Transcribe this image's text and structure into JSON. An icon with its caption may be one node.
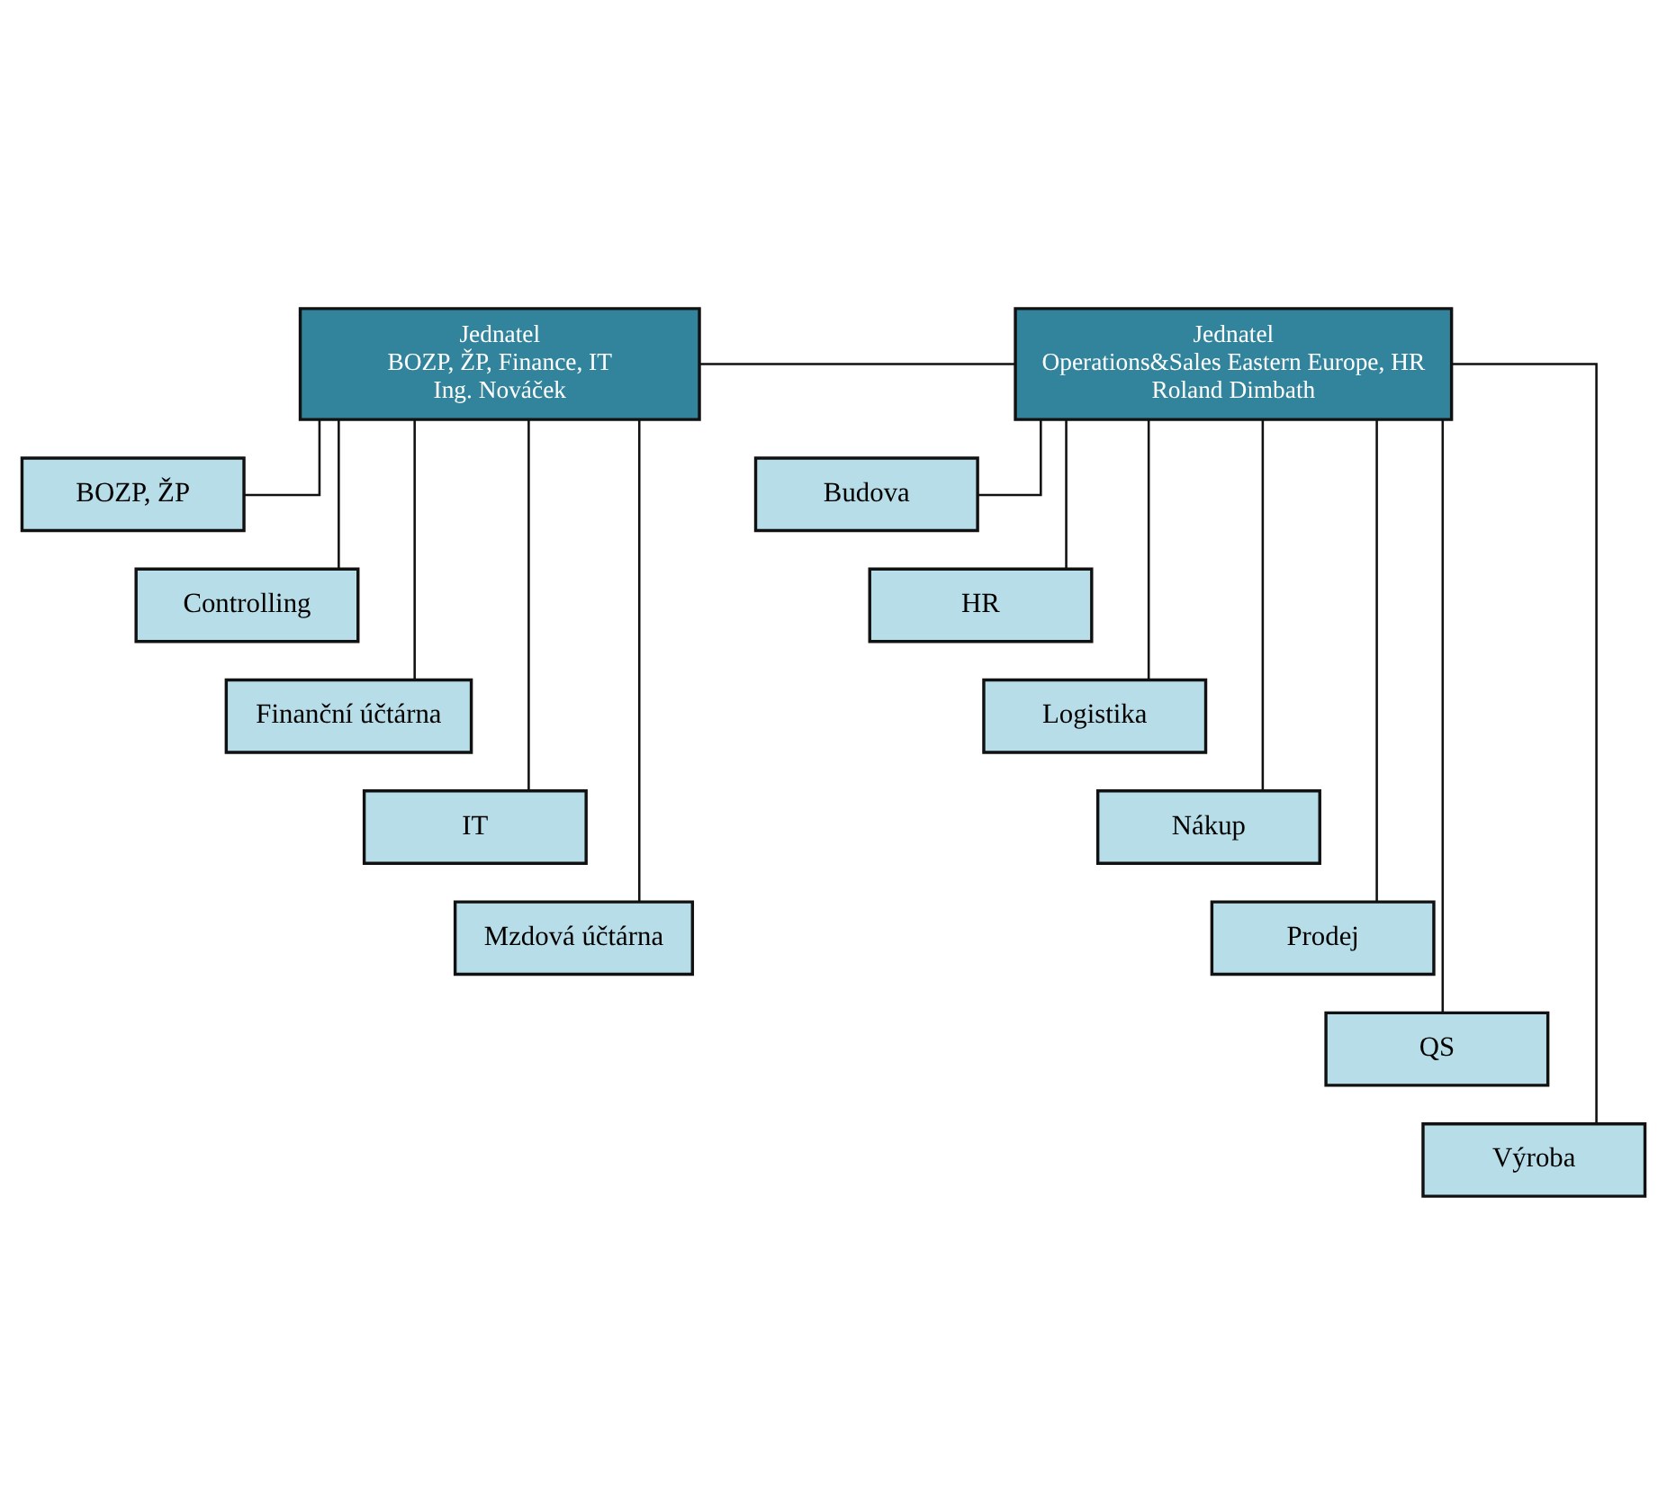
{
  "diagram": {
    "nodes": [
      {
        "text": [
          "Jednatel",
          "BOZP, ŽP, Finance, IT",
          "Ing. Nováček"
        ]
      },
      {
        "text": [
          "BOZP, ŽP"
        ]
      },
      {
        "text": [
          "Controlling"
        ]
      },
      {
        "text": [
          "Finanční účtárna"
        ]
      },
      {
        "text": [
          "IT"
        ]
      },
      {
        "text": [
          "Mzdová účtárna"
        ]
      },
      {
        "text": [
          "Jednatel",
          "Operations&Sales Eastern Europe, HR",
          "Roland Dimbath"
        ]
      },
      {
        "text": [
          "Budova"
        ]
      },
      {
        "text": [
          "HR"
        ]
      },
      {
        "text": [
          "Logistika"
        ]
      },
      {
        "text": [
          "Nákup"
        ]
      },
      {
        "text": [
          "Prodej"
        ]
      },
      {
        "text": [
          "QS"
        ]
      },
      {
        "text": [
          "Výroba"
        ]
      }
    ],
    "edges": [
      {
        "from": 0,
        "to": 6,
        "arrow": "none"
      },
      {
        "from": 0,
        "to": 1,
        "arrow": "none"
      },
      {
        "from": 0,
        "to": 2,
        "arrow": "none"
      },
      {
        "from": 0,
        "to": 3,
        "arrow": "none"
      },
      {
        "from": 0,
        "to": 4,
        "arrow": "none"
      },
      {
        "from": 0,
        "to": 5,
        "arrow": "none"
      },
      {
        "from": 6,
        "to": 7,
        "arrow": "none"
      },
      {
        "from": 6,
        "to": 8,
        "arrow": "none"
      },
      {
        "from": 6,
        "to": 9,
        "arrow": "none"
      },
      {
        "from": 6,
        "to": 10,
        "arrow": "none"
      },
      {
        "from": 6,
        "to": 11,
        "arrow": "none"
      },
      {
        "from": 6,
        "to": 12,
        "arrow": "none"
      },
      {
        "from": 6,
        "to": 13,
        "arrow": "none"
      }
    ]
  }
}
